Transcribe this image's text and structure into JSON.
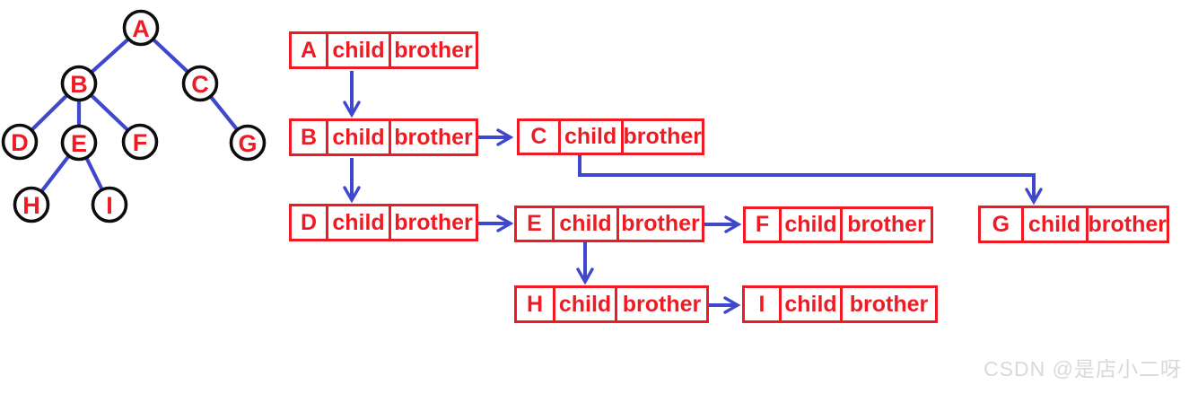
{
  "colors": {
    "red": "#ee1b24",
    "blue": "#3f48cc",
    "node_stroke": "#0d0d0d",
    "watermark": "#d9d9d9",
    "bg": "#ffffff"
  },
  "tree": {
    "nodes": [
      {
        "id": "A",
        "label": "A"
      },
      {
        "id": "B",
        "label": "B"
      },
      {
        "id": "C",
        "label": "C"
      },
      {
        "id": "D",
        "label": "D"
      },
      {
        "id": "E",
        "label": "E"
      },
      {
        "id": "F",
        "label": "F"
      },
      {
        "id": "G",
        "label": "G"
      },
      {
        "id": "H",
        "label": "H"
      },
      {
        "id": "I",
        "label": "I"
      }
    ],
    "edges": [
      [
        "A",
        "B"
      ],
      [
        "A",
        "C"
      ],
      [
        "B",
        "D"
      ],
      [
        "B",
        "E"
      ],
      [
        "B",
        "F"
      ],
      [
        "C",
        "G"
      ],
      [
        "E",
        "H"
      ],
      [
        "E",
        "I"
      ]
    ]
  },
  "records": [
    {
      "label": "A",
      "fields": [
        "child",
        "brother"
      ]
    },
    {
      "label": "B",
      "fields": [
        "child",
        "brother"
      ]
    },
    {
      "label": "C",
      "fields": [
        "child",
        "brother"
      ]
    },
    {
      "label": "D",
      "fields": [
        "child",
        "brother"
      ]
    },
    {
      "label": "E",
      "fields": [
        "child",
        "brother"
      ]
    },
    {
      "label": "F",
      "fields": [
        "child",
        "brother"
      ]
    },
    {
      "label": "G",
      "fields": [
        "child",
        "brother"
      ]
    },
    {
      "label": "H",
      "fields": [
        "child",
        "brother"
      ]
    },
    {
      "label": "I",
      "fields": [
        "child",
        "brother"
      ]
    }
  ],
  "links": [
    {
      "from": "A",
      "field": "child",
      "to": "B"
    },
    {
      "from": "B",
      "field": "brother",
      "to": "C"
    },
    {
      "from": "B",
      "field": "child",
      "to": "D"
    },
    {
      "from": "C",
      "field": "child",
      "to": "G"
    },
    {
      "from": "D",
      "field": "brother",
      "to": "E"
    },
    {
      "from": "E",
      "field": "brother",
      "to": "F"
    },
    {
      "from": "E",
      "field": "child",
      "to": "H"
    },
    {
      "from": "H",
      "field": "brother",
      "to": "I"
    }
  ],
  "watermark": {
    "text": "CSDN @是店小二呀"
  }
}
